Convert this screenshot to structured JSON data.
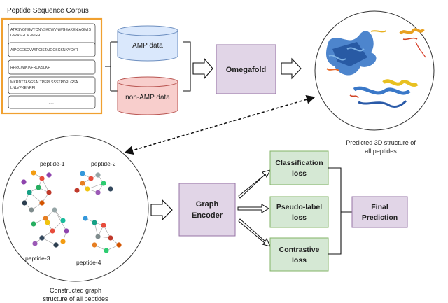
{
  "corpus": {
    "title": "Peptide Sequence Corpus",
    "sequences": [
      [
        "ATRSYGNGVYCNNSKCWVNWGEAKENIAGIVIS",
        "GWASGLAGMGH"
      ],
      [
        "AIPCGESCVWIPCISTAIGCSCSNKVCYR"
      ],
      [
        "RPRCWIKIKFRCKSLKF"
      ],
      [
        "MKRDTTASGSALTPFRLSSSTPDRLGSA",
        "LNLVPKENRFI"
      ],
      [
        "......"
      ]
    ]
  },
  "databases": {
    "amp": "AMP data",
    "non_amp": "non-AMP data"
  },
  "omegafold": "Omegafold",
  "predicted_caption": [
    "Predicted 3D structure of",
    "all peptides"
  ],
  "graph": {
    "labels": [
      "peptide-1",
      "peptide-2",
      "peptide-3",
      "peptide-4"
    ],
    "caption": [
      "Constructed graph",
      "structure of all peptides"
    ]
  },
  "graph_encoder": [
    "Graph",
    "Encoder"
  ],
  "losses": [
    [
      "Classification",
      "loss"
    ],
    [
      "Pseudo-label",
      "loss"
    ],
    [
      "Contrastive",
      "loss"
    ]
  ],
  "final": [
    "Final",
    "Prediction"
  ],
  "colors": {
    "corpus_border": "#f0a030",
    "amp_fill": "#dae8fc",
    "non_amp_fill": "#f8cecc",
    "purple_box": "#e1d5e7",
    "green_box": "#d5e8d4"
  }
}
